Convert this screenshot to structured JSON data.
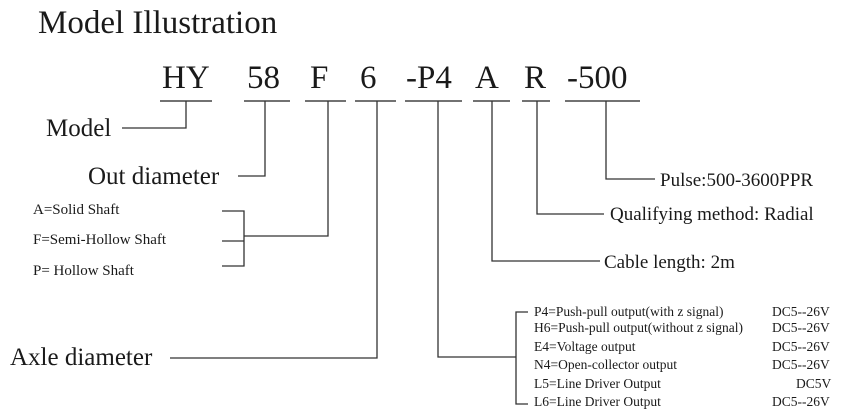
{
  "title": "Model Illustration",
  "code": {
    "model": "HY",
    "out_diameter": "58",
    "shaft_type": "F",
    "axle_diameter": "6",
    "output": "-P4",
    "cable": "A",
    "qualifying": "R",
    "pulse": "-500"
  },
  "labels": {
    "model": "Model",
    "out_diameter": "Out diameter",
    "axle_diameter": "Axle diameter",
    "pulse": "Pulse:500-3600PPR",
    "qualifying": "Qualifying method: Radial",
    "cable": "Cable length: 2m"
  },
  "shaft_options": [
    "A=Solid Shaft",
    "F=Semi-Hollow Shaft",
    "P= Hollow Shaft"
  ],
  "output_options": [
    {
      "name": "P4=Push-pull output(with z signal)",
      "voltage": "DC5--26V"
    },
    {
      "name": "H6=Push-pull output(without z signal)",
      "voltage": "DC5--26V"
    },
    {
      "name": "E4=Voltage output",
      "voltage": "DC5--26V"
    },
    {
      "name": "N4=Open-collector output",
      "voltage": "DC5--26V"
    },
    {
      "name": "L5=Line Driver Output",
      "voltage": "DC5V"
    },
    {
      "name": "L6=Line Driver Output",
      "voltage": "DC5--26V"
    }
  ]
}
